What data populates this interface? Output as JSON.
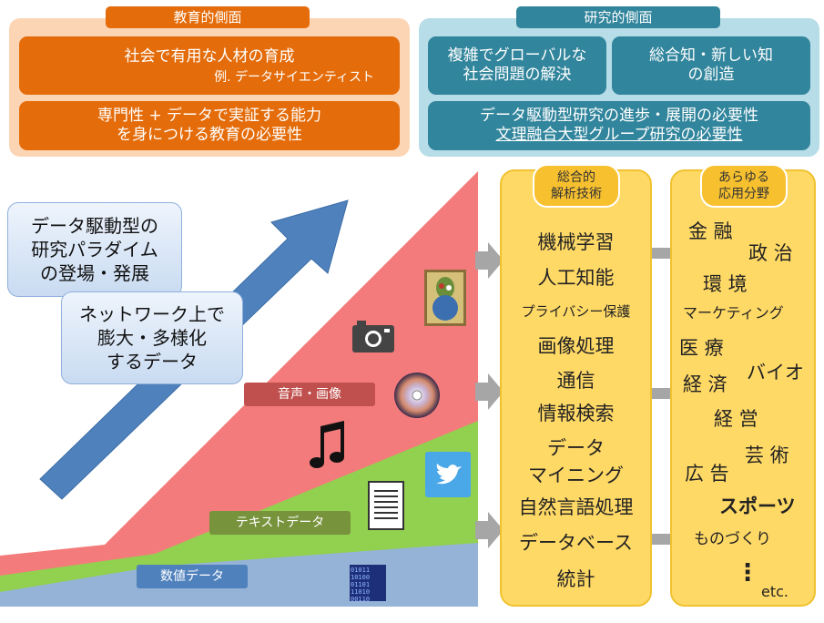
{
  "education": {
    "header": "教育的側面",
    "box1_line1": "社会で有用な人材の育成",
    "box1_line2": "例. データサイエンティスト",
    "box2_line1": "専門性 + データで実証する能力",
    "box2_line2": "を身につける教育の必要性"
  },
  "research": {
    "header": "研究的側面",
    "box1_line1": "複雑でグローバルな",
    "box1_line2": "社会問題の解決",
    "box2_line1": "総合知・新しい知",
    "box2_line2": "の創造",
    "box3_line1": "データ駆動型研究の進歩・展開の必要性",
    "box3_line2": "文理融合大型グループ研究の必要性"
  },
  "paradigm": {
    "line1": "データ駆動型の",
    "line2": "研究パラダイム",
    "line3": "の登場・発展"
  },
  "bigdata": {
    "line1": "ネットワーク上で",
    "line2": "膨大・多様化",
    "line3": "するデータ"
  },
  "data_types": {
    "audio_image": "音声・画像",
    "text": "テキストデータ",
    "numeric": "数値データ"
  },
  "techniques": {
    "header_line1": "総合的",
    "header_line2": "解析技術",
    "items": [
      "機械学習",
      "人工知能",
      "プライバシー保護",
      "画像処理",
      "通信",
      "情報検索",
      "データ",
      "マイニング",
      "自然言語処理",
      "データベース",
      "統計"
    ]
  },
  "applications": {
    "header_line1": "あらゆる",
    "header_line2": "応用分野",
    "items": [
      "金 融",
      "政 治",
      "環 境",
      "マーケティング",
      "医 療",
      "バイオ",
      "経 済",
      "経 営",
      "芸 術",
      "広 告",
      "スポーツ",
      "ものづくり",
      "⋮",
      "etc."
    ]
  },
  "colors": {
    "education_bg": "#fcd5b5",
    "education_box": "#e46c0a",
    "research_bg": "#b7dde8",
    "research_box": "#31859c",
    "red_area": "#f47b7b",
    "green_area": "#92d050",
    "blue_area": "#95b3d7",
    "arrow_blue": "#4f81bd",
    "column_yellow": "#ffd966"
  },
  "icons": [
    "binary-data-icon",
    "document-icon",
    "twitter-bird-icon",
    "music-note-icon",
    "cd-disc-icon",
    "camera-icon",
    "painting-icon"
  ]
}
